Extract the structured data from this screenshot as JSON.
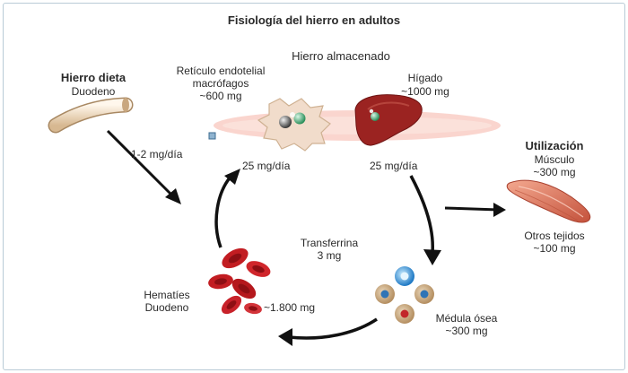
{
  "title": "Fisiología del hierro en adultos",
  "diet": {
    "title": "Hierro dieta",
    "subtitle": "Duodeno",
    "rate": "1-2 mg/día"
  },
  "storage": {
    "title": "Hierro almacenado",
    "reticulo": {
      "line1": "Retículo endotelial",
      "line2": "macrófagos",
      "amount": "~600 mg"
    },
    "liver": {
      "name": "Hígado",
      "amount": "~1000 mg"
    },
    "in_rate": "25 mg/día",
    "out_rate": "25 mg/día"
  },
  "utilization": {
    "title": "Utilización",
    "muscle": "Músculo",
    "muscle_amount": "~300 mg",
    "other": "Otros tejidos",
    "other_amount": "~100 mg"
  },
  "transferrin": {
    "name": "Transferrina",
    "amount": "3 mg"
  },
  "marrow": {
    "name": "Médula ósea",
    "amount": "~300 mg"
  },
  "rbc": {
    "line1": "Hematíes",
    "line2": "Duodeno",
    "amount": "~1.800 mg"
  },
  "colors": {
    "frame": "#b9cbd6",
    "arrow": "#111111",
    "liver": "#9b2321",
    "rbc": "#c21d22",
    "muscle": "#e27a62",
    "macrophage": "#f1dccb",
    "bone": "#e9d2b2"
  }
}
